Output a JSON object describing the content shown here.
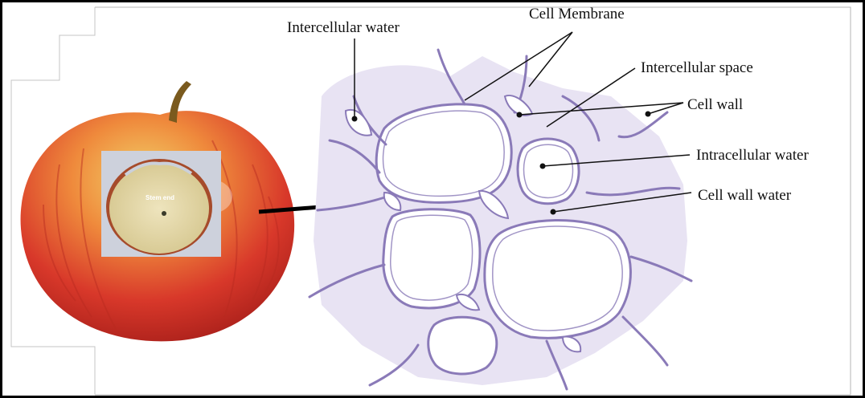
{
  "labels": {
    "intercellular_water": "Intercellular water",
    "cell_membrane": "Cell Membrane",
    "intercellular_space": "Intercellular space",
    "cell_wall": "Cell wall",
    "intracellular_water": "Intracellular water",
    "cell_wall_water": "Cell wall water",
    "stem_end": "Stem end"
  },
  "colors": {
    "cell_wall": "#8a7ab8",
    "cell_wall_light": "#c9c0e0",
    "apple_red": "#d8382a",
    "apple_yellow": "#e9c15a",
    "flesh": "#e8dcae",
    "line": "#111111"
  }
}
